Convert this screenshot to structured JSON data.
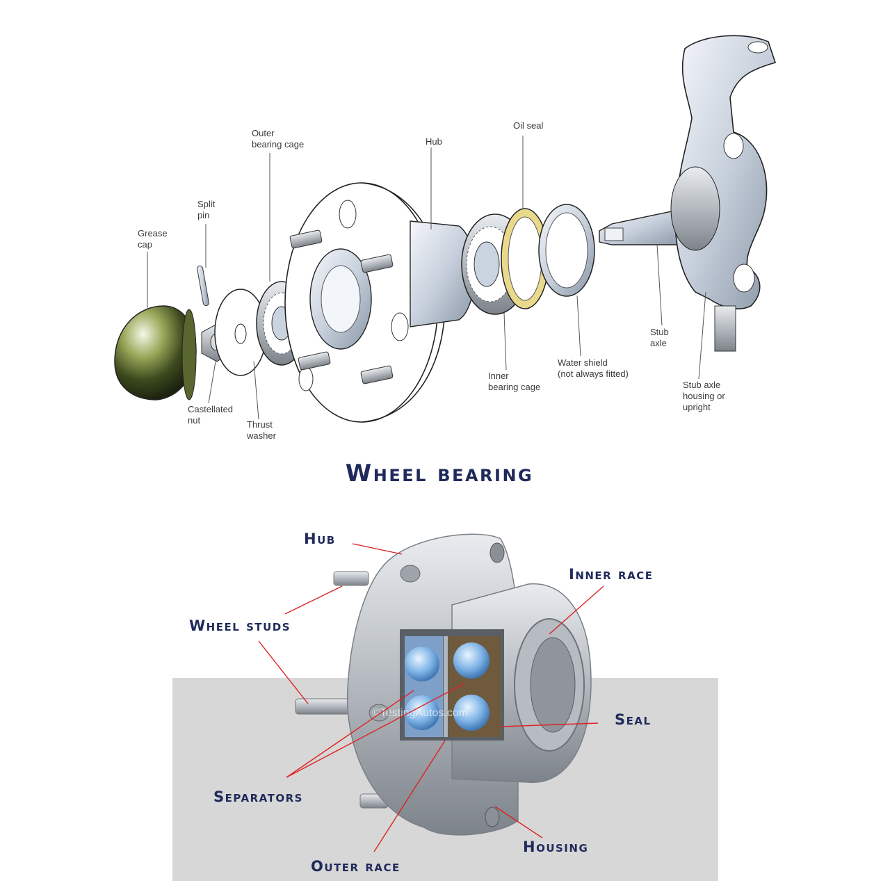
{
  "title": "Wheel bearing",
  "exploded_view": {
    "labels": [
      {
        "id": "grease-cap",
        "lines": [
          "Grease",
          "cap"
        ]
      },
      {
        "id": "split-pin",
        "lines": [
          "Split",
          "pin"
        ]
      },
      {
        "id": "outer-bearing-cage",
        "lines": [
          "Outer",
          "bearing cage"
        ]
      },
      {
        "id": "hub",
        "lines": [
          "Hub"
        ]
      },
      {
        "id": "oil-seal",
        "lines": [
          "Oil seal"
        ]
      },
      {
        "id": "castellated-nut",
        "lines": [
          "Castellated",
          "nut"
        ]
      },
      {
        "id": "thrust-washer",
        "lines": [
          "Thrust",
          "washer"
        ]
      },
      {
        "id": "inner-bearing-cage",
        "lines": [
          "Inner",
          "bearing cage"
        ]
      },
      {
        "id": "water-shield",
        "lines": [
          "Water shield",
          "(not always fitted)"
        ]
      },
      {
        "id": "stub-axle",
        "lines": [
          "Stub",
          "axle"
        ]
      },
      {
        "id": "stub-axle-housing",
        "lines": [
          "Stub axle",
          "housing or",
          "upright"
        ]
      }
    ]
  },
  "cutaway_view": {
    "labels": {
      "hub": "Hub",
      "wheel_studs": "Wheel studs",
      "inner_race": "Inner race",
      "seal": "Seal",
      "separators": "Separators",
      "housing": "Housing",
      "outer_race": "Outer race"
    },
    "watermark": "©TestingAutos.com"
  },
  "colors": {
    "title": "#1f2a5a",
    "leader_lines": "#d22222",
    "panel_background": "#d7d7d7"
  }
}
